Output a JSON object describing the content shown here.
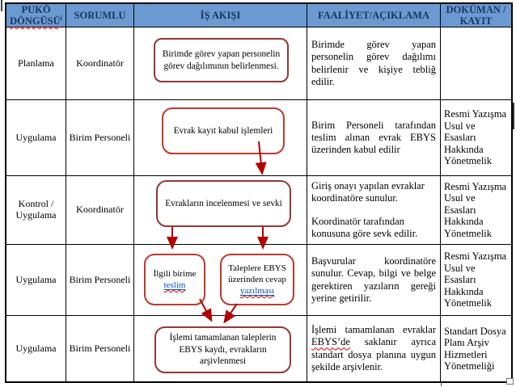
{
  "table": {
    "headers": {
      "cycle_line1": "PUKÖ",
      "cycle_line2": "DÖNGÜSÜ",
      "cycle_sup": "i",
      "responsible": "SORUMLU",
      "flow": "İŞ AKIŞI",
      "activity": "FAALİYET/AÇIKLAMA",
      "document_line1": "DOKÜMAN /",
      "document_line2": "KAYIT"
    },
    "rows": [
      {
        "cycle": "Planlama",
        "responsible": "Koordinatör",
        "activity": "Birimde görev yapan personelin görev dağılımı belirlenir ve kişiye tebliğ edilir.",
        "document": ""
      },
      {
        "cycle": "Uygulama",
        "responsible": "Birim Personeli",
        "activity": "Birim Personeli tarafından teslim alınan evrak EBYS üzerinden kabul edilir",
        "document": "Resmi Yazışma Usul ve Esasları Hakkında Yönetmelik"
      },
      {
        "cycle": "Kontrol / Uygulama",
        "responsible": "Koordinatör",
        "activity_p1": "Giriş onayı yapılan evraklar koordinatöre sunulur.",
        "activity_p2": "Koordinatör tarafından konusuna göre sevk edilir.",
        "document": "Resmi Yazışma Usul ve Esasları Hakkında Yönetmelik"
      },
      {
        "cycle": "Uygulama",
        "responsible": "Birim Personeli",
        "activity": "Başvurular koordinatöre sunulur. Cevap, bilgi ve belge gerektiren yazıların gereği yerine getirilir.",
        "document": "Resmi Yazışma Usul ve Esasları Hakkında Yönetmelik"
      },
      {
        "cycle": "Uygulama",
        "responsible": "Birim Personeli",
        "activity_pre": "İşlemi tamamlanan evraklar ",
        "activity_wavy": "EBYS’de",
        "activity_post": " saklanır ayrıca standart dosya planına uygun şekilde arşivlenir.",
        "document": "Standart Dosya Planı Arşiv Hizmetleri Yönetmeliği"
      }
    ]
  },
  "flow": {
    "box1": "Birimde görev yapan personelin görev dağılımının belirlenmesi.",
    "box2": "Evrak kayıt kabul işlemleri",
    "box3": "Evrakların incelenmesi ve sevki",
    "box4a_line1": "İlgili birime",
    "box4a_link": "teslim",
    "box4b_line1": "Taleplere EBYS üzerinden cevap",
    "box4b_link": "yazılması",
    "box5": "İşlemi tamamlanan taleplerin EBYS kaydı, evrakların arşivlenmesi"
  },
  "colors": {
    "header_bg": "#6b9ad2",
    "header_text": "#17365d",
    "box_border_dark": "#953735",
    "box_border_red": "#c0392b",
    "arrow": "#b30000",
    "link": "#0b4dc7",
    "spellcheck_wavy": "#e00000",
    "grid_border": "#000000"
  }
}
